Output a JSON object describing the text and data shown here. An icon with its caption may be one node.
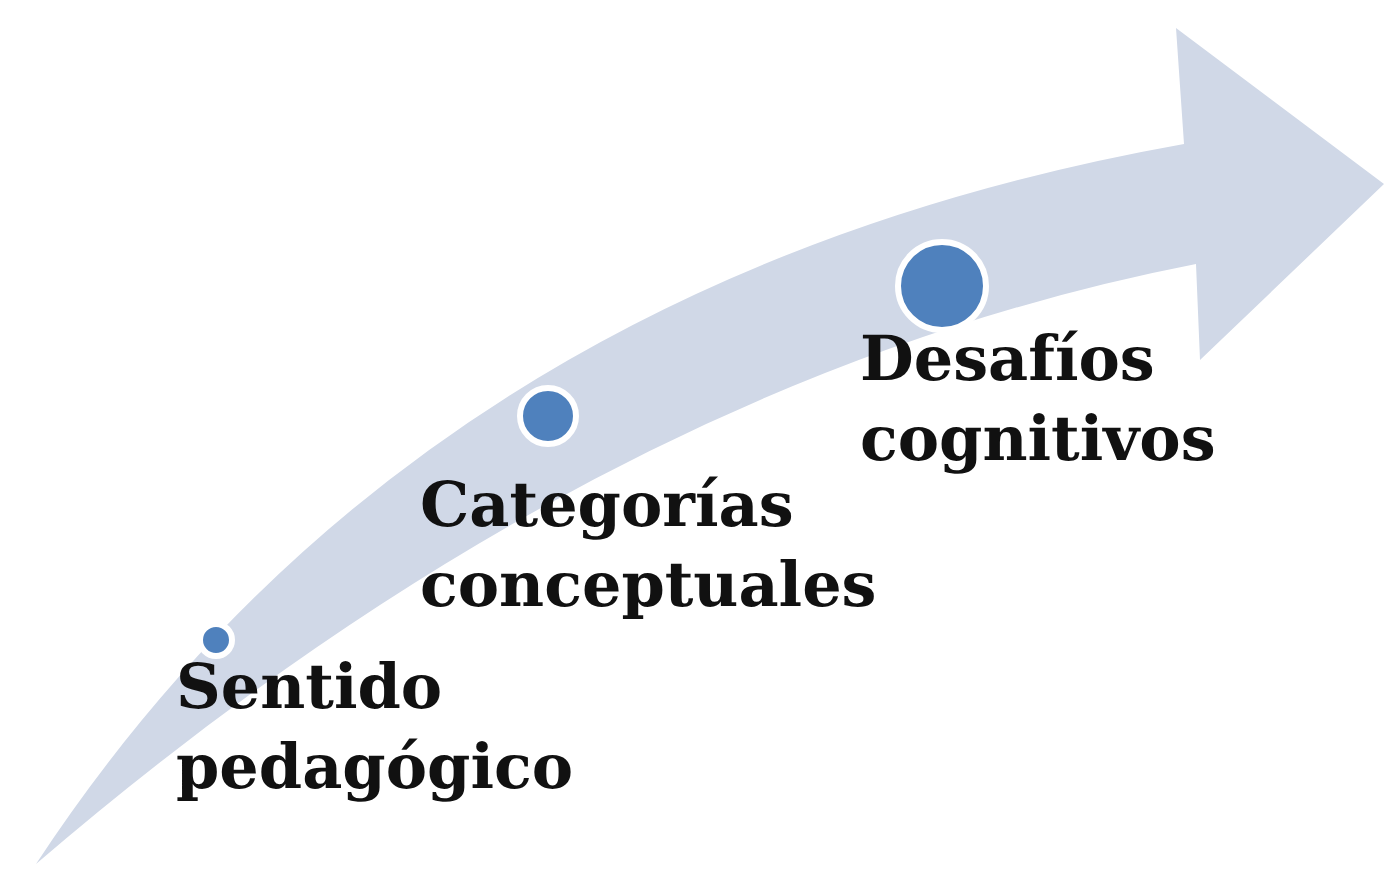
{
  "diagram": {
    "nodes": [
      {
        "text": [
          "Sentido pedagógico"
        ]
      },
      {
        "text": [
          "Categorías conceptuales"
        ]
      },
      {
        "text": [
          "Desafíos cognitivos"
        ]
      }
    ]
  }
}
